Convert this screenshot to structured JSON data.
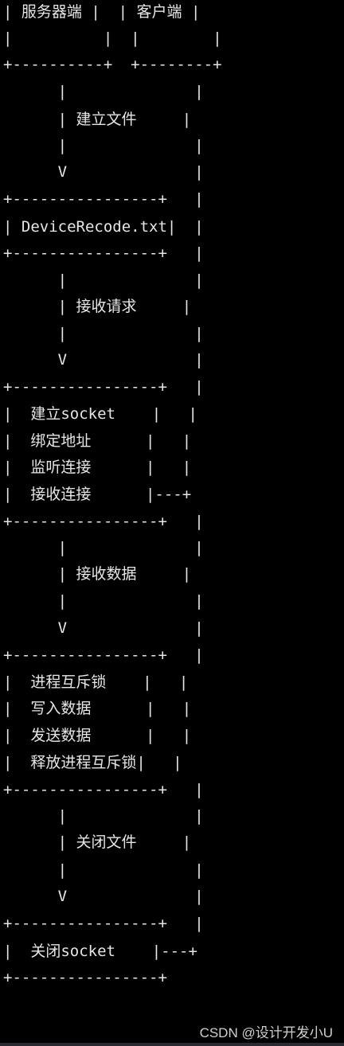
{
  "colors": {
    "background": "#000000",
    "text": "#e6e6e6",
    "watermark": "#cfcfcf"
  },
  "lines": [
    "| 服务器端 |  | 客户端 |",
    "|          |  |        |",
    "+----------+  +--------+",
    "      |              |",
    "      | 建立文件     |",
    "      |              |",
    "      V              |",
    "+----------------+   |",
    "| DeviceRecode.txt|  |",
    "+----------------+   |",
    "      |              |",
    "      | 接收请求     |",
    "      |              |",
    "      V              |",
    "+----------------+   |",
    "|  建立socket    |   |",
    "|  绑定地址      |   |",
    "|  监听连接      |   |",
    "|  接收连接      |---+",
    "+----------------+   |",
    "      |              |",
    "      | 接收数据     |",
    "      |              |",
    "      V              |",
    "+----------------+   |",
    "|  进程互斥锁    |   |",
    "|  写入数据      |   |",
    "|  发送数据      |   |",
    "|  释放进程互斥锁|   |",
    "+----------------+   |",
    "      |              |",
    "      | 关闭文件     |",
    "      |              |",
    "      V              |",
    "+----------------+   |",
    "|  关闭socket    |---+",
    "+----------------+"
  ],
  "watermark": "CSDN @设计开发小U"
}
